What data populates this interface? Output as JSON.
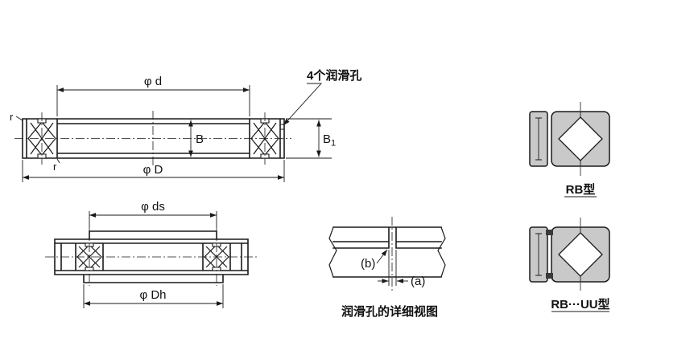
{
  "colors": {
    "line": "#1a1a1a",
    "ring_fill": "#c9c9c9",
    "background": "#ffffff"
  },
  "section_view": {
    "lube_holes_callout": "4个润滑孔",
    "dim_bore": "φ d",
    "dim_outer": "φ D",
    "dim_width": "B",
    "dim_width_b1_base": "B",
    "dim_width_b1_sub": "1",
    "fillet_top": "r",
    "fillet_bottom": "r"
  },
  "mounting_view": {
    "dim_shaft_abutment": "φ ds",
    "dim_housing_abutment": "φ Dh"
  },
  "detail_view": {
    "dim_b": "(b)",
    "dim_a": "(a)",
    "caption": "润滑孔的详细视图"
  },
  "type_figures": {
    "rb_label": "RB型",
    "rb_uu_label": "RB···UU型"
  }
}
